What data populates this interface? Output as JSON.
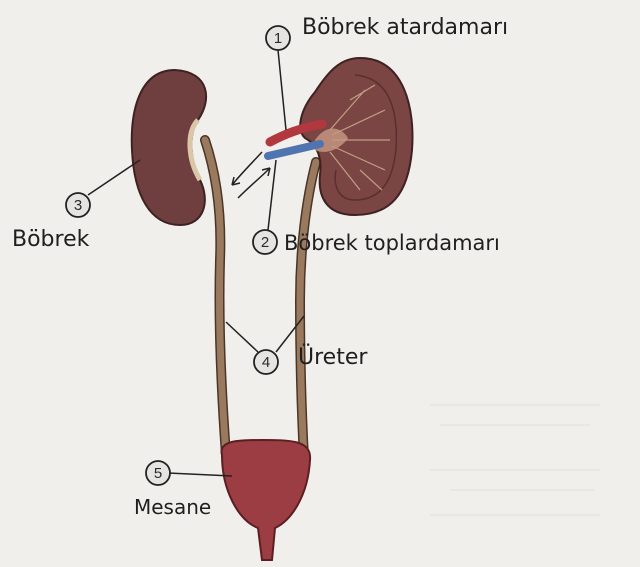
{
  "diagram": {
    "labels": {
      "renal_artery": "Böbrek atardamarı",
      "renal_vein": "Böbrek toplardamarı",
      "kidney": "Böbrek",
      "ureter": "Üreter",
      "bladder": "Mesane"
    },
    "numbers": {
      "n1": "1",
      "n2": "2",
      "n3": "3",
      "n4": "4",
      "n5": "5"
    },
    "colors": {
      "background": "#f1efec",
      "kidney": "#6e3f3e",
      "kidney_section": "#7a4543",
      "ureter": "#8a6a4f",
      "ureter_edge": "#4b3526",
      "bladder": "#9b3d42",
      "artery": "#b2383f",
      "vein": "#4f74b0"
    }
  }
}
